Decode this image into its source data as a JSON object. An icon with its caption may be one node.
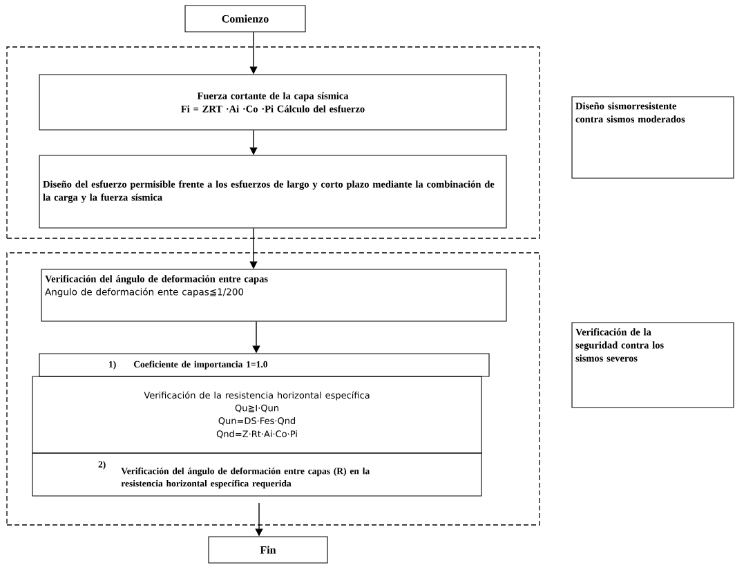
{
  "diagram": {
    "nodes": [
      {
        "text": [
          "Comienzo"
        ]
      },
      {
        "text": [],
        "shape": "box"
      },
      {
        "text": [
          "Fuerza cortante de la capa sísmica",
          "Fi = ZRT ·Ai ·Co ·Pi Cálculo del esfuerzo"
        ],
        "in": 1
      },
      {
        "text": [
          "Diseño del esfuerzo permisible frente a los esfuerzos de largo y corto plazo mediante la combinación de la carga y la fuerza sísmica"
        ],
        "in": 1
      },
      {
        "text": [],
        "shape": "box"
      },
      {
        "text": [
          "Verificación del ángulo de deformación entre capas",
          "Angulo de deformación ente capas≦1/200"
        ],
        "in": 4
      },
      {
        "text": [
          "1)",
          "Coeficiente de importancia 1=1.0"
        ],
        "in": 4
      },
      {
        "text": [
          "Verificación de la resistencia horizontal específica",
          "Qu≧I·Qun",
          "Qun=DS·Fes·Qnd",
          "Qnd=Z·Rt·Ai·Co·Pi"
        ],
        "in": 4
      },
      {
        "text": [
          "2)",
          "Verificación del ángulo de deformación entre capas (R) en la resistencia horizontal específica requerida"
        ],
        "in": 4
      },
      {
        "text": [
          "Fin"
        ]
      },
      {
        "text": [
          "Diseño sismorresistente contra sismos moderados"
        ]
      },
      {
        "text": [
          "Verificación de la seguridad contra los sismos severos"
        ]
      }
    ],
    "edges": [
      {
        "from": 0,
        "to": 2,
        "arrow": "to"
      },
      {
        "from": 2,
        "to": 3,
        "arrow": "to"
      },
      {
        "from": 3,
        "to": 5,
        "arrow": "to"
      },
      {
        "from": 5,
        "to": 6,
        "arrow": "to"
      },
      {
        "from": 8,
        "to": 9,
        "arrow": "to"
      }
    ]
  }
}
